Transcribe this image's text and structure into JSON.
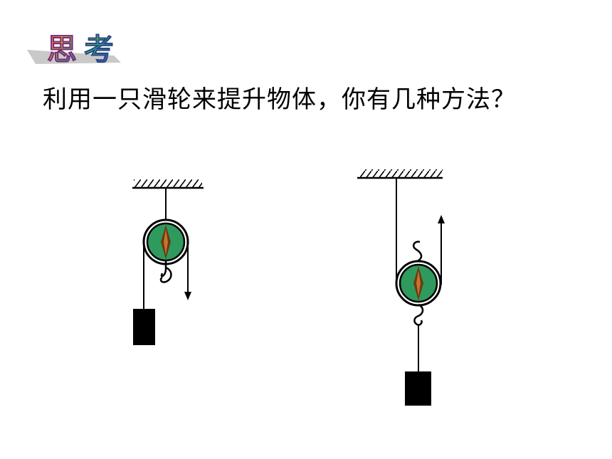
{
  "logo": {
    "char1": "思",
    "char2": "考"
  },
  "question": "利用一只滑轮来提升物体，你有几种方法？",
  "colors": {
    "pulley_fill": "#2f9a5e",
    "pulley_center": "#6b3a14",
    "ink": "#000000"
  },
  "diagrams": [
    {
      "type": "fixed-pulley",
      "pull_direction": "down"
    },
    {
      "type": "movable-pulley",
      "pull_direction": "up"
    }
  ]
}
